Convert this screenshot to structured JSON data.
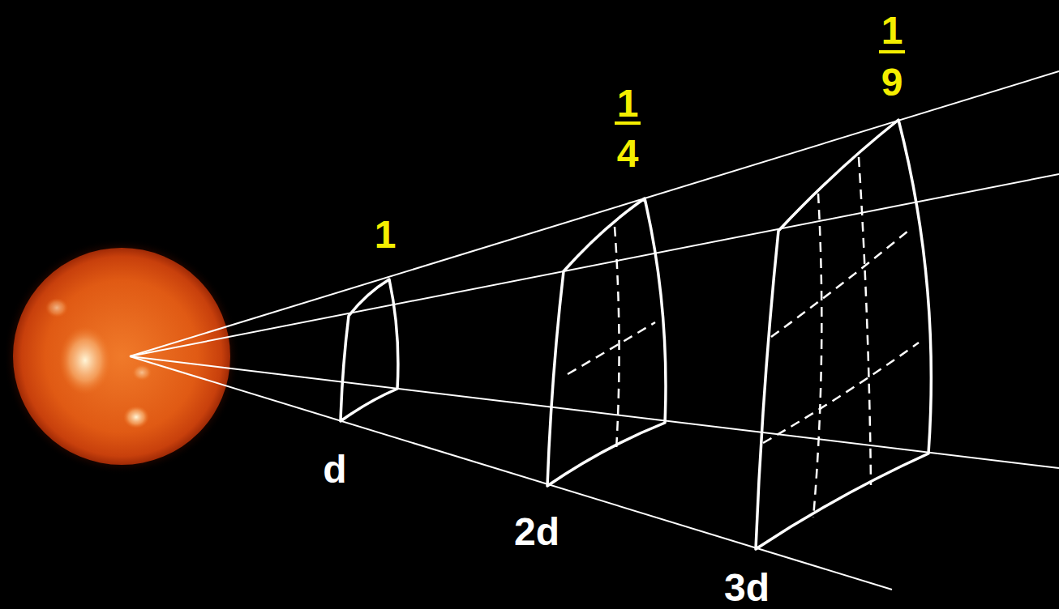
{
  "diagram": {
    "labels": [
      "1",
      "1",
      "4",
      "1",
      "9",
      "d",
      "2d",
      "3d"
    ]
  }
}
